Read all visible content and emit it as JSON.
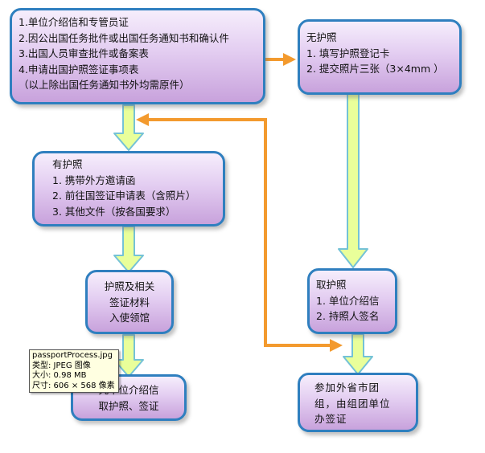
{
  "colors": {
    "box_border": "#2f7fbf",
    "box_fill_top": "#f6eefc",
    "box_fill_bottom": "#c8a2dc",
    "arrow_green_fill": "#e9ff9a",
    "arrow_green_stroke": "#74c2d6",
    "arrow_orange": "#f39a2e",
    "tooltip_bg": "#ffffe1"
  },
  "boxes": {
    "documents": {
      "lines": [
        "1.单位介绍信和专管员证",
        "2.因公出国任务批件或出国任务通知书和确认件",
        "3.出国人员审查批件或备案表",
        "4.申请出国护照签证事项表",
        "（以上除出国任务通知书外均需原件）"
      ]
    },
    "no_passport": {
      "lines": [
        "无护照",
        "1.  填写护照登记卡",
        "2.  提交照片三张（3×4mm  ）"
      ]
    },
    "has_passport": {
      "lines": [
        "有护照",
        "1.  携带外方邀请函",
        "2.  前往国签证申请表（含照片）",
        "3.  其他文件（按各国要求）"
      ]
    },
    "submit_embassy": {
      "lines": [
        "护照及相关",
        "签证材料",
        "入使领馆"
      ]
    },
    "collect_passport": {
      "lines": [
        "取护照",
        "1.  单位介绍信",
        "2.  持照人签名"
      ]
    },
    "pickup_visa": {
      "lines": [
        "凭单位介绍信",
        "取护照、签证"
      ]
    },
    "group_visa": {
      "lines": [
        "参加外省市团",
        "组，由组团单位",
        "办签证"
      ]
    }
  },
  "tooltip": {
    "lines": [
      "passportProcess.jpg",
      "类型: JPEG 图像",
      "大小: 0.98 MB",
      "尺寸: 606 × 568 像素"
    ]
  }
}
